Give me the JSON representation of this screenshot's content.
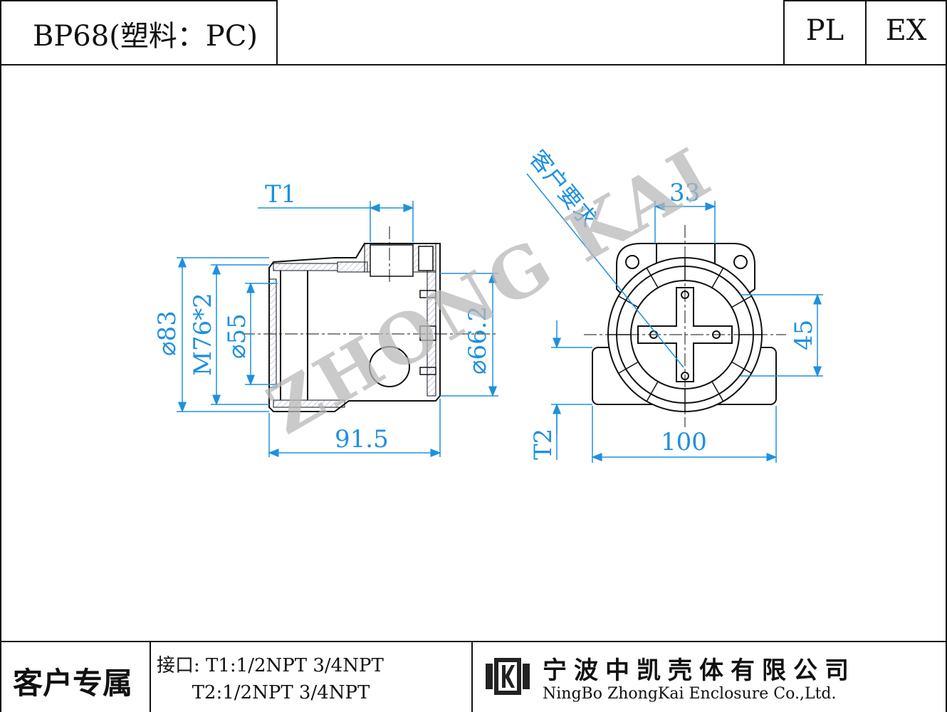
{
  "header": {
    "title": "BP68(塑料：PC)",
    "tag_pl": "PL",
    "tag_ex": "EX"
  },
  "drawing": {
    "watermark": "ZHONG KAI",
    "customer_note": "客户要求",
    "side_view": {
      "dim_t1": "T1",
      "dim_d83": "⌀83",
      "dim_m76": "M76*2",
      "dim_d55": "⌀55",
      "dim_d66": "⌀66.2",
      "dim_91": "91.5"
    },
    "front_view": {
      "dim_33": "33",
      "dim_45": "45",
      "dim_t2": "T2",
      "dim_100": "100"
    }
  },
  "footer": {
    "customer_label": "客户专属",
    "ports_line1": "接口: T1:1/2NPT 3/4NPT",
    "ports_line2": "      T2:1/2NPT 3/4NPT",
    "company_cn": "宁波中凯壳体有限公司",
    "company_en": "NingBo ZhongKai Enclosure Co.,Ltd."
  },
  "colors": {
    "dimension": "#1e90e0",
    "outline": "#111111",
    "watermark": "#b8b8b8"
  }
}
